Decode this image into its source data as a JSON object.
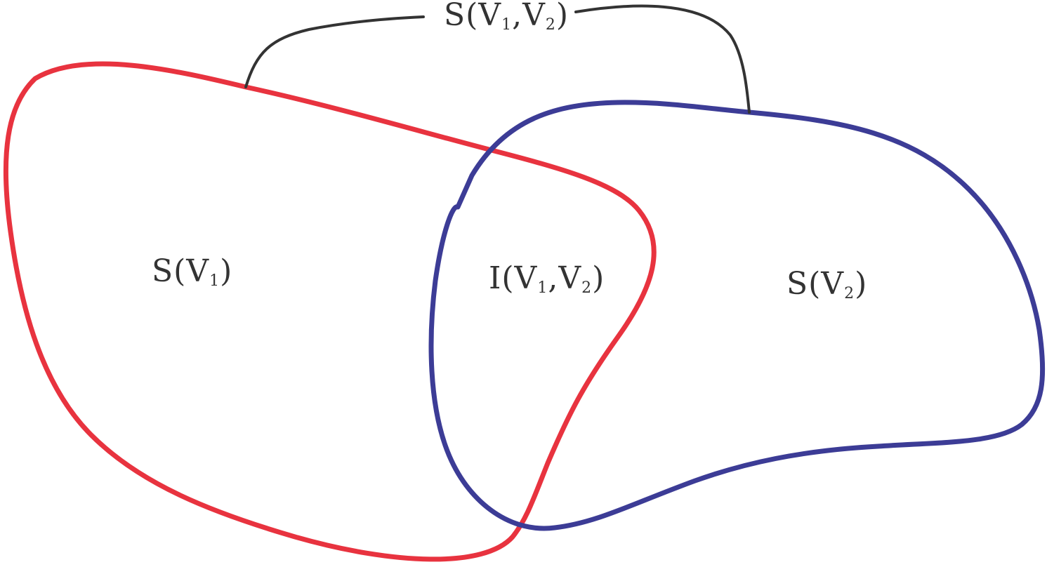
{
  "diagram": {
    "colors": {
      "set_v1_outline": "#e8333f",
      "set_v2_outline": "#3c3c96",
      "connector": "#333333",
      "text": "#333333",
      "background": "#ffffff"
    },
    "labels": {
      "s_v1": {
        "base": "S(V",
        "sub1": "1",
        "close": ")"
      },
      "i_v1v2": {
        "base": "I(V",
        "sub1": "1",
        "mid": ",V",
        "sub2": "2",
        "close": ")"
      },
      "s_v2": {
        "base": "S(V",
        "sub1": "2",
        "close": ")"
      },
      "s_v1v2": {
        "base": "S(V",
        "sub1": "1",
        "mid": ",V",
        "sub2": "2",
        "close": ")"
      }
    }
  }
}
